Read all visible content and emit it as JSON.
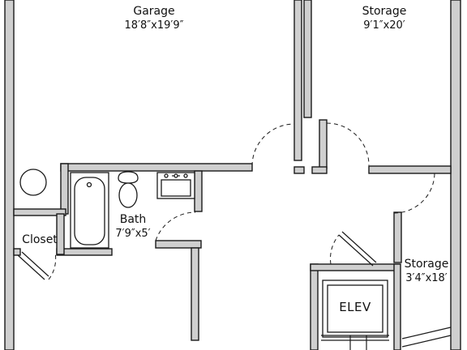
{
  "rooms": {
    "garage": {
      "name": "Garage",
      "dims": "18′8″x19′9″"
    },
    "storage_main": {
      "name": "Storage",
      "dims": "9′1″x20′"
    },
    "bath": {
      "name": "Bath",
      "dims": "7′9″x5′"
    },
    "closet": {
      "name": "Closet"
    },
    "storage_small": {
      "name": "Storage",
      "dims": "3′4″x18′"
    },
    "elevator": {
      "name": "ELEV"
    }
  },
  "colors": {
    "wall_fill": "#cfcfcf",
    "wall_stroke": "#1a1a1a",
    "background": "#ffffff",
    "fixture_stroke": "#1a1a1a"
  },
  "icons": [
    "bathtub-icon",
    "toilet-icon",
    "sink-icon",
    "vanity-icon",
    "water-heater-icon"
  ]
}
